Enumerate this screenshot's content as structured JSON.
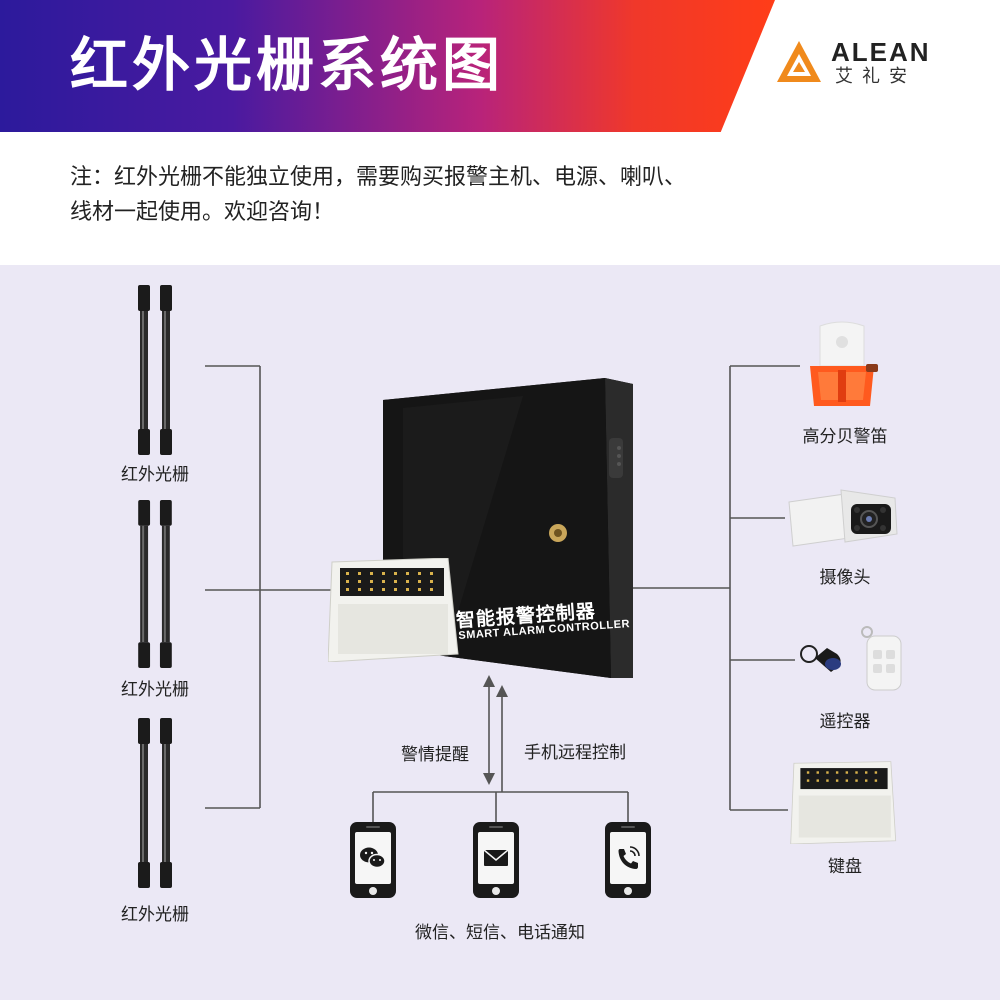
{
  "header": {
    "title": "红外光栅系统图",
    "logo_en": "ALEAN",
    "logo_cn": "艾礼安"
  },
  "note": {
    "line1": "注：红外光栅不能独立使用，需要购买报警主机、电源、喇叭、",
    "line2": "线材一起使用。欢迎咨询！"
  },
  "left_devices": [
    {
      "label": "红外光栅"
    },
    {
      "label": "红外光栅"
    },
    {
      "label": "红外光栅"
    }
  ],
  "controller": {
    "name_cn": "智能报警控制器",
    "name_en": "SMART ALARM CONTROLLER"
  },
  "right_devices": [
    {
      "label": "高分贝警笛",
      "icon": "siren-icon"
    },
    {
      "label": "摄像头",
      "icon": "camera-icon"
    },
    {
      "label": "遥控器",
      "icon": "remote-control-icon"
    },
    {
      "label": "键盘",
      "icon": "keypad-icon"
    }
  ],
  "flow": {
    "up_label": "警情提醒",
    "down_label": "手机远程控制"
  },
  "phones": [
    {
      "icon": "wechat-icon"
    },
    {
      "icon": "sms-icon"
    },
    {
      "icon": "phone-call-icon"
    }
  ],
  "notify_label": "微信、短信、电话通知",
  "colors": {
    "banner_start": "#2c1a9c",
    "banner_end": "#ff3d18",
    "logo_orange": "#f08a1c",
    "background": "#ebe8f5",
    "line": "#555555"
  }
}
